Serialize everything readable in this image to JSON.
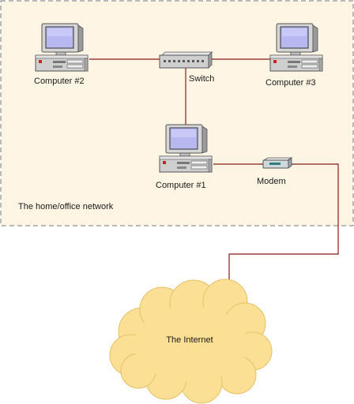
{
  "network_label": "The home/office network",
  "nodes": {
    "computer2": "Computer #2",
    "computer3": "Computer #3",
    "computer1": "Computer #1",
    "switch": "Switch",
    "modem": "Modem",
    "internet": "The Internet"
  },
  "colors": {
    "network_fill": "#fff5e4",
    "network_border": "#7a7a7a",
    "cable": "#8b1a1a",
    "cloud": "#fbdf94",
    "monitor_screen": "#b8b8f0"
  },
  "icons": {
    "computer": "desktop-computer-icon",
    "switch": "network-switch-icon",
    "modem": "modem-icon",
    "cloud": "internet-cloud-icon"
  }
}
